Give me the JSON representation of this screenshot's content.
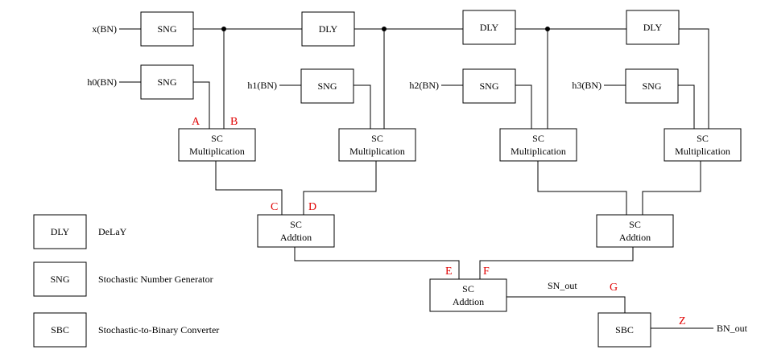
{
  "inputs": {
    "x": "x(BN)",
    "h0": "h0(BN)",
    "h1": "h1(BN)",
    "h2": "h2(BN)",
    "h3": "h3(BN)"
  },
  "blocks": {
    "sng": "SNG",
    "dly": "DLY",
    "sbc": "SBC",
    "sc": "SC",
    "multiplication": "Multiplication",
    "addition": "Addtion"
  },
  "signals": {
    "sn_out": "SN_out",
    "bn_out": "BN_out"
  },
  "markers": {
    "a": "A",
    "b": "B",
    "c": "C",
    "d": "D",
    "e": "E",
    "f": "F",
    "g": "G",
    "z": "Z",
    "color": "#e00000"
  },
  "legend": [
    {
      "abbr": "DLY",
      "desc": "DeLaY"
    },
    {
      "abbr": "SNG",
      "desc": "Stochastic Number Generator"
    },
    {
      "abbr": "SBC",
      "desc": "Stochastic-to-Binary Converter"
    }
  ]
}
